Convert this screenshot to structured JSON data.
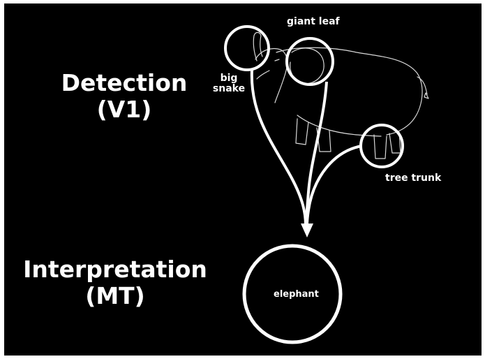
{
  "headings": {
    "detection": {
      "line1": "Detection",
      "line2": "(V1)"
    },
    "interpretation": {
      "line1": "Interpretation",
      "line2": "(MT)"
    }
  },
  "labels": {
    "giant_leaf": "giant leaf",
    "big_snake_line1": "big",
    "big_snake_line2": "snake",
    "tree_trunk": "tree trunk",
    "elephant": "elephant"
  },
  "colors": {
    "background": "#000000",
    "foreground": "#ffffff",
    "sketch": "#d9d9d9"
  }
}
